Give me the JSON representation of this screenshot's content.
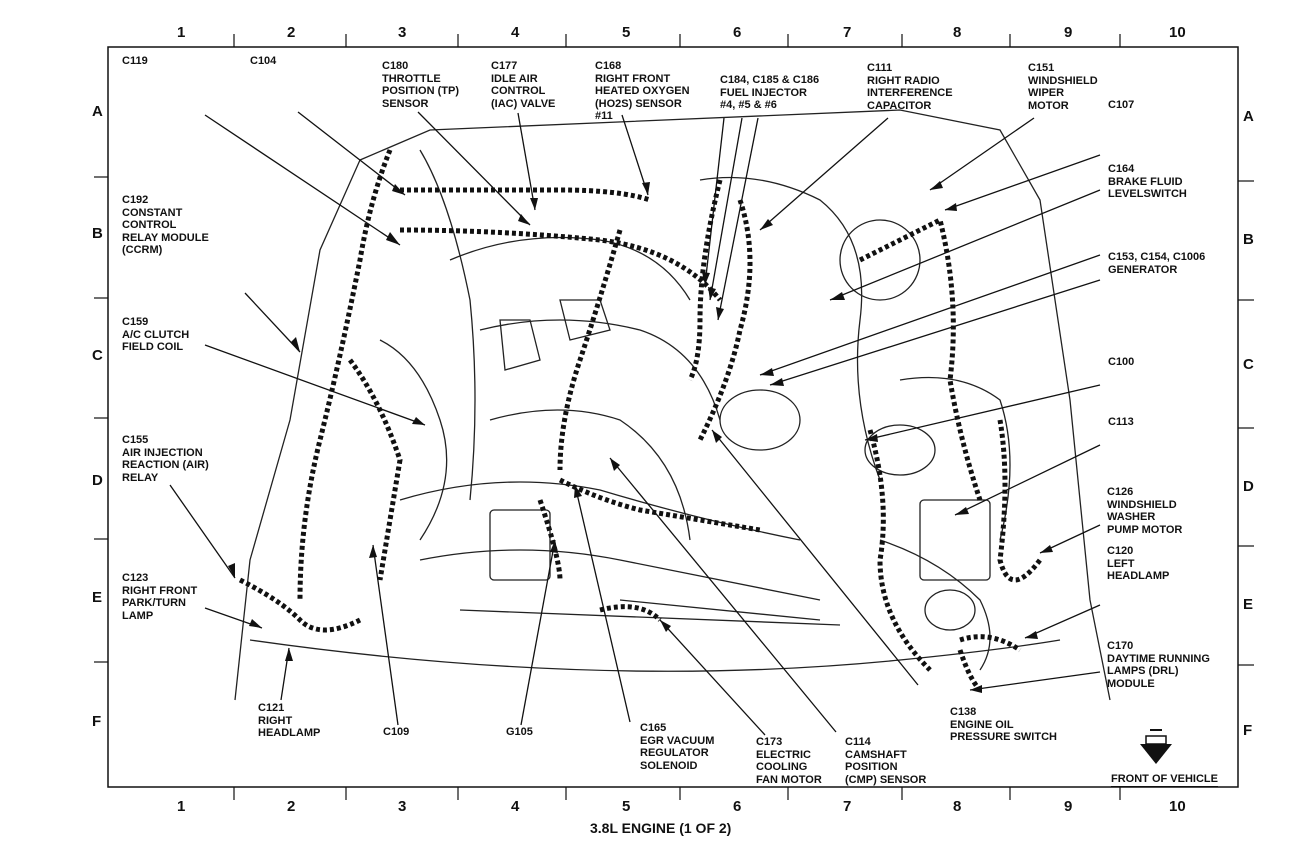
{
  "title": "3.8L ENGINE (1 OF 2)",
  "front_label": "FRONT OF VEHICLE",
  "grid": {
    "columns": [
      "1",
      "2",
      "3",
      "4",
      "5",
      "6",
      "7",
      "8",
      "9",
      "10"
    ],
    "rows": [
      "A",
      "B",
      "C",
      "D",
      "E",
      "F"
    ]
  },
  "labels": {
    "c119": "C119",
    "c104": "C104",
    "c180": "C180\nTHROTTLE\nPOSITION (TP)\nSENSOR",
    "c177": "C177\nIDLE AIR\nCONTROL\n(IAC) VALVE",
    "c168": "C168\nRIGHT FRONT\nHEATED OXYGEN\n(HO2S) SENSOR\n#11",
    "c184": "C184, C185 & C186\nFUEL INJECTOR\n#4, #5 & #6",
    "c111": "C111\nRIGHT RADIO\nINTERFERENCE\nCAPACITOR",
    "c151": "C151\nWINDSHIELD\nWIPER\nMOTOR",
    "c107": "C107",
    "c164": "C164\nBRAKE FLUID\nLEVELSWITCH",
    "c192": "C192\nCONSTANT\nCONTROL\nRELAY MODULE\n(CCRM)",
    "c153": "C153, C154, C1006\nGENERATOR",
    "c159": "C159\nA/C CLUTCH\nFIELD COIL",
    "c100": "C100",
    "c113": "C113",
    "c155": "C155\nAIR INJECTION\nREACTION (AIR)\nRELAY",
    "c126": "C126\nWINDSHIELD\nWASHER\nPUMP MOTOR",
    "c120": "C120\nLEFT\nHEADLAMP",
    "c123": "C123\nRIGHT FRONT\nPARK/TURN\nLAMP",
    "c170": "C170\nDAYTIME RUNNING\nLAMPS (DRL)\nMODULE",
    "c121": "C121\nRIGHT\nHEADLAMP",
    "c109": "C109",
    "g105": "G105",
    "c165": "C165\nEGR VACUUM\nREGULATOR\nSOLENOID",
    "c173": "C173\nELECTRIC\nCOOLING\nFAN MOTOR",
    "c114": "C114\nCAMSHAFT\nPOSITION\n(CMP) SENSOR",
    "c138": "C138\nENGINE OIL\nPRESSURE SWITCH"
  }
}
